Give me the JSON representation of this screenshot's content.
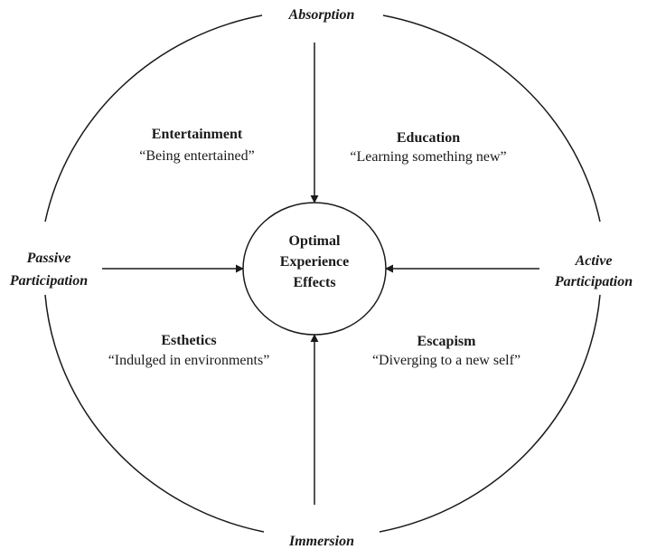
{
  "axes": {
    "top": "Absorption",
    "bottom": "Immersion",
    "left": [
      "Passive",
      "Participation"
    ],
    "right": [
      "Active",
      "Participation"
    ]
  },
  "center": [
    "Optimal",
    "Experience",
    "Effects"
  ],
  "quadrants": {
    "top_left": {
      "title": "Entertainment",
      "subtitle": "“Being entertained”"
    },
    "top_right": {
      "title": "Education",
      "subtitle": "“Learning something new”"
    },
    "bottom_left": {
      "title": "Esthetics",
      "subtitle": "“Indulged in environments”"
    },
    "bottom_right": {
      "title": "Escapism",
      "subtitle": "“Diverging to a new self”"
    }
  }
}
